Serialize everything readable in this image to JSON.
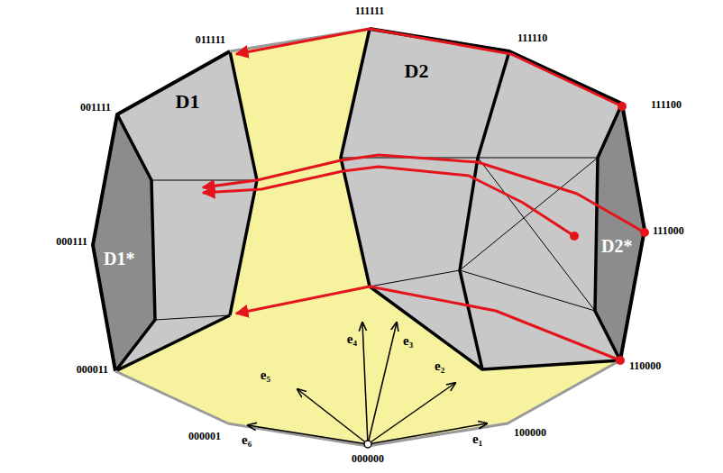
{
  "diagram": {
    "labels": [
      "111111",
      "011111",
      "111110",
      "111100",
      "001111",
      "000111",
      "111000",
      "000011",
      "110000",
      "000001",
      "100000",
      "000000",
      "D1",
      "D2",
      "D1*",
      "D2*",
      "e₁",
      "e₂",
      "e₃",
      "e₄",
      "e₅",
      "e₆"
    ]
  }
}
